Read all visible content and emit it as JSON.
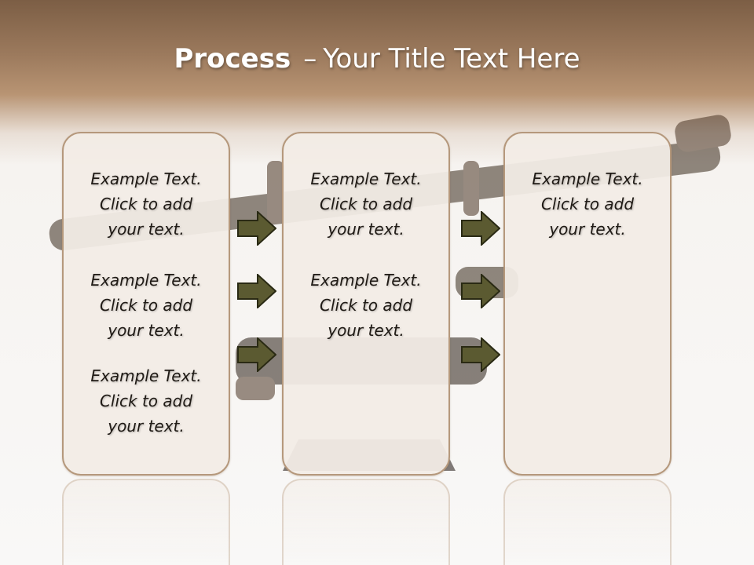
{
  "title": {
    "bold": "Process",
    "separator": "–",
    "rest": "Your Title Text Here"
  },
  "colors": {
    "arrow_fill": "#5b5a31",
    "arrow_stroke": "#2a2a14",
    "box_border": "#b5987c",
    "header_brown": "#8b6a4f"
  },
  "columns": [
    {
      "items": [
        {
          "line1": "Example Text.",
          "line2": "Click  to add",
          "line3": "your text."
        },
        {
          "line1": "Example Text.",
          "line2": "Click  to add",
          "line3": "your text."
        },
        {
          "line1": "Example Text.",
          "line2": "Click  to add",
          "line3": "your text."
        }
      ]
    },
    {
      "items": [
        {
          "line1": "Example Text.",
          "line2": "Click  to add",
          "line3": "your text."
        },
        {
          "line1": "Example Text.",
          "line2": "Click  to add",
          "line3": "your text."
        }
      ]
    },
    {
      "items": [
        {
          "line1": "Example Text.",
          "line2": "Click  to add",
          "line3": "your text."
        }
      ]
    }
  ],
  "icons": {
    "arrow": "right-arrow-icon"
  }
}
